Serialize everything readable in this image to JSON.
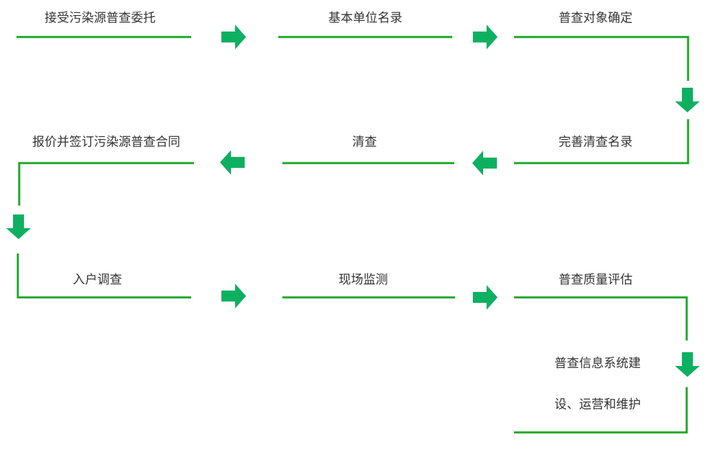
{
  "steps": {
    "s1": "接受污染源普查委托",
    "s2": "基本单位名录",
    "s3": "普查对象确定",
    "s4": "完善清查名录",
    "s5": "清查",
    "s6": "报价并签订污染源普查合同",
    "s7": "入户调查",
    "s8": "现场监测",
    "s9": "普查质量评估",
    "s10_line1": "普查信息系统建",
    "s10_line2": "设、运营和维护"
  },
  "colors": {
    "line": "#1aa526",
    "arrow": "#0db060",
    "text": "#333333"
  }
}
